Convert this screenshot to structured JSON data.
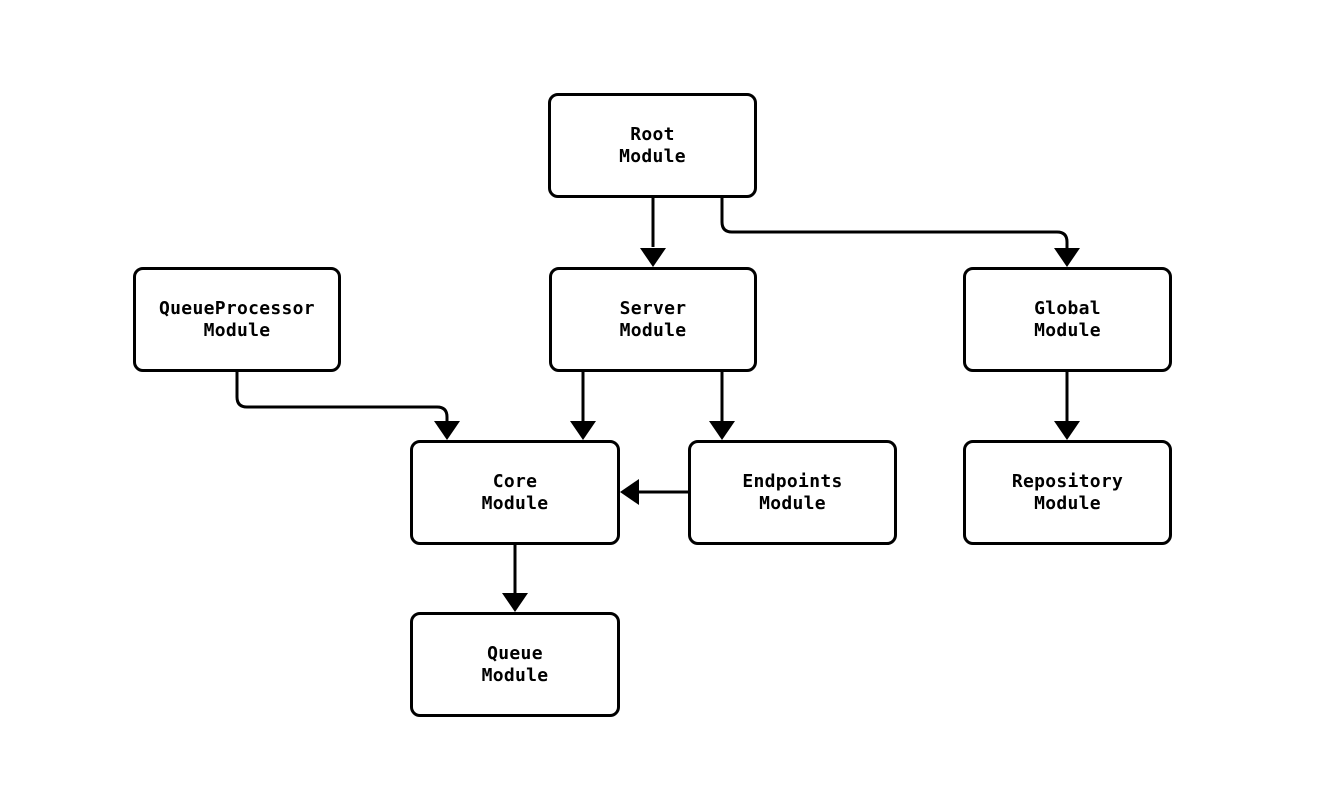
{
  "diagram": {
    "background_color": "#ffffff",
    "stroke_color": "#000000",
    "text_color": "#000000",
    "nodes": [
      {
        "id": "root",
        "label": "Root\nModule"
      },
      {
        "id": "queueprocessor",
        "label": "QueueProcessor\nModule"
      },
      {
        "id": "server",
        "label": "Server\nModule"
      },
      {
        "id": "global",
        "label": "Global\nModule"
      },
      {
        "id": "core",
        "label": "Core\nModule"
      },
      {
        "id": "endpoints",
        "label": "Endpoints\nModule"
      },
      {
        "id": "repository",
        "label": "Repository\nModule"
      },
      {
        "id": "queue",
        "label": "Queue\nModule"
      }
    ],
    "edges": [
      {
        "from": "root",
        "to": "server"
      },
      {
        "from": "root",
        "to": "global"
      },
      {
        "from": "queueprocessor",
        "to": "core"
      },
      {
        "from": "server",
        "to": "core"
      },
      {
        "from": "server",
        "to": "endpoints"
      },
      {
        "from": "global",
        "to": "repository"
      },
      {
        "from": "endpoints",
        "to": "core"
      },
      {
        "from": "core",
        "to": "queue"
      }
    ]
  }
}
